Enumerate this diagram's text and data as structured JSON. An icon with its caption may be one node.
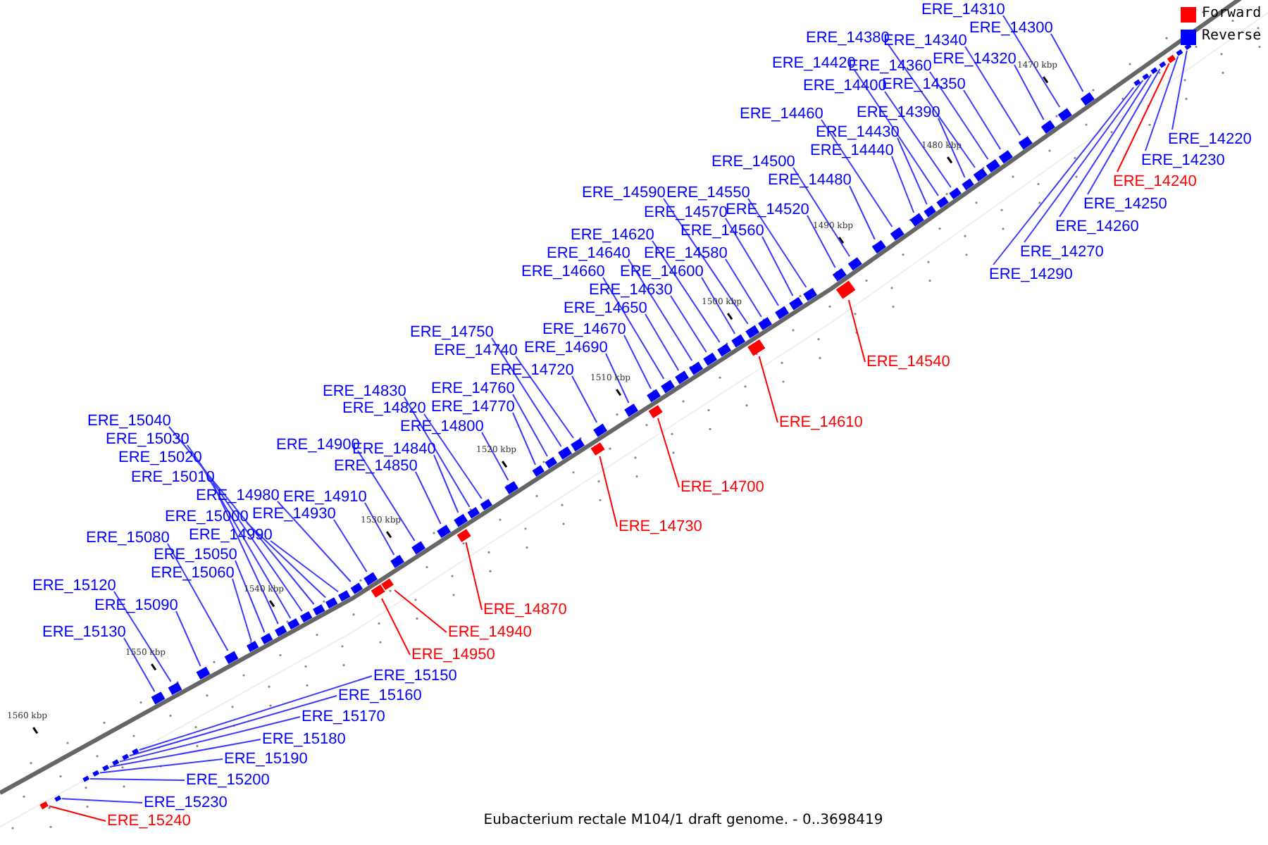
{
  "diagram": {
    "caption": "Eubacterium rectale M104/1 draft genome. - 0..3698419",
    "nodes": [
      {
        "text": [
          "ERE_14310"
        ]
      },
      {
        "text": [
          "ERE_14300"
        ]
      },
      {
        "text": [
          "ERE_14380"
        ]
      },
      {
        "text": [
          "ERE_14340"
        ]
      },
      {
        "text": [
          "ERE_14320"
        ]
      },
      {
        "text": [
          "ERE_14420"
        ]
      },
      {
        "text": [
          "ERE_14360"
        ]
      },
      {
        "text": [
          "ERE_14350"
        ]
      },
      {
        "text": [
          "ERE_14400"
        ]
      },
      {
        "text": [
          "ERE_14460"
        ]
      },
      {
        "text": [
          "ERE_14390"
        ]
      },
      {
        "text": [
          "ERE_14430"
        ]
      },
      {
        "text": [
          "ERE_14220"
        ]
      },
      {
        "text": [
          "ERE_14440"
        ]
      },
      {
        "text": [
          "ERE_14230"
        ]
      },
      {
        "text": [
          "ERE_14500"
        ]
      },
      {
        "text": [
          "ERE_14480"
        ]
      },
      {
        "text": [
          "ERE_14240"
        ]
      },
      {
        "text": [
          "ERE_14590"
        ]
      },
      {
        "text": [
          "ERE_14550"
        ]
      },
      {
        "text": [
          "ERE_14250"
        ]
      },
      {
        "text": [
          "ERE_14520"
        ]
      },
      {
        "text": [
          "ERE_14570"
        ]
      },
      {
        "text": [
          "ERE_14260"
        ]
      },
      {
        "text": [
          "ERE_14560"
        ]
      },
      {
        "text": [
          "ERE_14620"
        ]
      },
      {
        "text": [
          "ERE_14270"
        ]
      },
      {
        "text": [
          "ERE_14640"
        ]
      },
      {
        "text": [
          "ERE_14580"
        ]
      },
      {
        "text": [
          "ERE_14660"
        ]
      },
      {
        "text": [
          "ERE_14600"
        ]
      },
      {
        "text": [
          "ERE_14290"
        ]
      },
      {
        "text": [
          "ERE_14630"
        ]
      },
      {
        "text": [
          "ERE_14650"
        ]
      },
      {
        "text": [
          "ERE_14670"
        ]
      },
      {
        "text": [
          "ERE_14750"
        ]
      },
      {
        "text": [
          "ERE_14690"
        ]
      },
      {
        "text": [
          "ERE_14740"
        ]
      },
      {
        "text": [
          "ERE_14540"
        ]
      },
      {
        "text": [
          "ERE_14720"
        ]
      },
      {
        "text": [
          "ERE_14760"
        ]
      },
      {
        "text": [
          "ERE_14830"
        ]
      },
      {
        "text": [
          "ERE_14770"
        ]
      },
      {
        "text": [
          "ERE_14820"
        ]
      },
      {
        "text": [
          "ERE_15040"
        ]
      },
      {
        "text": [
          "ERE_14610"
        ]
      },
      {
        "text": [
          "ERE_14800"
        ]
      },
      {
        "text": [
          "ERE_15030"
        ]
      },
      {
        "text": [
          "ERE_14900"
        ]
      },
      {
        "text": [
          "ERE_14840"
        ]
      },
      {
        "text": [
          "ERE_15020"
        ]
      },
      {
        "text": [
          "ERE_14850"
        ]
      },
      {
        "text": [
          "ERE_15010"
        ]
      },
      {
        "text": [
          "ERE_14700"
        ]
      },
      {
        "text": [
          "ERE_14980"
        ]
      },
      {
        "text": [
          "ERE_14910"
        ]
      },
      {
        "text": [
          "ERE_14930"
        ]
      },
      {
        "text": [
          "ERE_15000"
        ]
      },
      {
        "text": [
          "ERE_14730"
        ]
      },
      {
        "text": [
          "ERE_14990"
        ]
      },
      {
        "text": [
          "ERE_15080"
        ]
      },
      {
        "text": [
          "ERE_15050"
        ]
      },
      {
        "text": [
          "ERE_15060"
        ]
      },
      {
        "text": [
          "ERE_15120"
        ]
      },
      {
        "text": [
          "ERE_15090"
        ]
      },
      {
        "text": [
          "ERE_14870"
        ]
      },
      {
        "text": [
          "ERE_15130"
        ]
      },
      {
        "text": [
          "ERE_14940"
        ]
      },
      {
        "text": [
          "ERE_14950"
        ]
      },
      {
        "text": [
          "ERE_15150"
        ]
      },
      {
        "text": [
          "ERE_15160"
        ]
      },
      {
        "text": [
          "ERE_15170"
        ]
      },
      {
        "text": [
          "ERE_15180"
        ]
      },
      {
        "text": [
          "ERE_15190"
        ]
      },
      {
        "text": [
          "ERE_15200"
        ]
      },
      {
        "text": [
          "ERE_15230"
        ]
      },
      {
        "text": [
          "ERE_15240"
        ]
      },
      {
        "text": [],
        "shape": "box"
      },
      {
        "text": [],
        "shape": "box"
      },
      {
        "text": [],
        "shape": "box"
      },
      {
        "text": [],
        "shape": "box"
      },
      {
        "text": [],
        "shape": "box"
      },
      {
        "text": [],
        "shape": "box"
      },
      {
        "text": [],
        "shape": "box"
      },
      {
        "text": [],
        "shape": "box"
      },
      {
        "text": [],
        "shape": "box"
      },
      {
        "text": [],
        "shape": "box"
      },
      {
        "text": [],
        "shape": "box"
      },
      {
        "text": [],
        "shape": "box"
      },
      {
        "text": [],
        "shape": "box"
      },
      {
        "text": [],
        "shape": "box"
      },
      {
        "text": [],
        "shape": "box"
      },
      {
        "text": [],
        "shape": "box"
      },
      {
        "text": [],
        "shape": "box"
      },
      {
        "text": [],
        "shape": "box"
      },
      {
        "text": [],
        "shape": "box"
      },
      {
        "text": [],
        "shape": "box"
      },
      {
        "text": [],
        "shape": "box"
      },
      {
        "text": [],
        "shape": "box"
      },
      {
        "text": [],
        "shape": "box"
      },
      {
        "text": [],
        "shape": "box"
      },
      {
        "text": [],
        "shape": "box"
      },
      {
        "text": [],
        "shape": "box"
      },
      {
        "text": [],
        "shape": "box"
      },
      {
        "text": [],
        "shape": "box"
      },
      {
        "text": [],
        "shape": "box"
      },
      {
        "text": [],
        "shape": "box"
      },
      {
        "text": [],
        "shape": "box"
      },
      {
        "text": [],
        "shape": "box"
      },
      {
        "text": [],
        "shape": "box"
      },
      {
        "text": [],
        "shape": "box"
      },
      {
        "text": [],
        "shape": "box"
      },
      {
        "text": [],
        "shape": "box"
      },
      {
        "text": [],
        "shape": "box"
      },
      {
        "text": [],
        "shape": "box"
      },
      {
        "text": [],
        "shape": "box"
      },
      {
        "text": [],
        "shape": "box"
      },
      {
        "text": [],
        "shape": "box"
      },
      {
        "text": [],
        "shape": "box"
      },
      {
        "text": [],
        "shape": "box"
      },
      {
        "text": [],
        "shape": "box"
      },
      {
        "text": [],
        "shape": "box"
      },
      {
        "text": [],
        "shape": "box"
      },
      {
        "text": [],
        "shape": "box"
      },
      {
        "text": [],
        "shape": "box"
      },
      {
        "text": [],
        "shape": "box"
      },
      {
        "text": [],
        "shape": "box"
      },
      {
        "text": [],
        "shape": "box"
      },
      {
        "text": [],
        "shape": "box"
      },
      {
        "text": [],
        "shape": "box"
      },
      {
        "text": [],
        "shape": "box"
      },
      {
        "text": [],
        "shape": "box"
      },
      {
        "text": [],
        "shape": "box"
      },
      {
        "text": [],
        "shape": "box"
      },
      {
        "text": [],
        "shape": "box"
      },
      {
        "text": [],
        "shape": "box"
      },
      {
        "text": [],
        "shape": "box"
      },
      {
        "text": [],
        "shape": "box"
      },
      {
        "text": [],
        "shape": "box"
      },
      {
        "text": [],
        "shape": "box"
      },
      {
        "text": [],
        "shape": "box"
      },
      {
        "text": [],
        "shape": "box"
      },
      {
        "text": [],
        "shape": "box"
      },
      {
        "text": [],
        "shape": "box"
      },
      {
        "text": [],
        "shape": "box"
      },
      {
        "text": [],
        "shape": "box"
      },
      {
        "text": [],
        "shape": "box"
      },
      {
        "text": [],
        "shape": "box"
      },
      {
        "text": [],
        "shape": "box"
      },
      {
        "text": [],
        "shape": "box"
      },
      {
        "text": [],
        "shape": "box"
      },
      {
        "text": [],
        "shape": "box"
      },
      {
        "text": [],
        "shape": "box"
      },
      {
        "text": [],
        "shape": "box"
      }
    ],
    "edges": [
      {
        "from": 0,
        "to": 145,
        "arrow": "none"
      },
      {
        "from": 1,
        "to": 146,
        "arrow": "none"
      },
      {
        "from": 2,
        "to": 140,
        "arrow": "none"
      },
      {
        "from": 3,
        "to": 143,
        "arrow": "none"
      },
      {
        "from": 4,
        "to": 144,
        "arrow": "none"
      },
      {
        "from": 5,
        "to": 137,
        "arrow": "none"
      },
      {
        "from": 6,
        "to": 141,
        "arrow": "none"
      },
      {
        "from": 7,
        "to": 142,
        "arrow": "none"
      },
      {
        "from": 8,
        "to": 138,
        "arrow": "none"
      },
      {
        "from": 9,
        "to": 134,
        "arrow": "none"
      },
      {
        "from": 10,
        "to": 139,
        "arrow": "none"
      },
      {
        "from": 11,
        "to": 136,
        "arrow": "none"
      },
      {
        "from": 12,
        "to": 153,
        "arrow": "none"
      },
      {
        "from": 13,
        "to": 135,
        "arrow": "none"
      },
      {
        "from": 14,
        "to": 152,
        "arrow": "none"
      },
      {
        "from": 15,
        "to": 132,
        "arrow": "none"
      },
      {
        "from": 16,
        "to": 133,
        "arrow": "none"
      },
      {
        "from": 17,
        "to": 151,
        "arrow": "none",
        "color": "#ff0000"
      },
      {
        "from": 18,
        "to": 125,
        "arrow": "none"
      },
      {
        "from": 19,
        "to": 129,
        "arrow": "none"
      },
      {
        "from": 20,
        "to": 150,
        "arrow": "none"
      },
      {
        "from": 21,
        "to": 130,
        "arrow": "none"
      },
      {
        "from": 22,
        "to": 127,
        "arrow": "none"
      },
      {
        "from": 23,
        "to": 149,
        "arrow": "none"
      },
      {
        "from": 24,
        "to": 128,
        "arrow": "none"
      },
      {
        "from": 25,
        "to": 122,
        "arrow": "none"
      },
      {
        "from": 26,
        "to": 148,
        "arrow": "none"
      },
      {
        "from": 27,
        "to": 120,
        "arrow": "none"
      },
      {
        "from": 28,
        "to": 126,
        "arrow": "none"
      },
      {
        "from": 29,
        "to": 118,
        "arrow": "none"
      },
      {
        "from": 30,
        "to": 123,
        "arrow": "none"
      },
      {
        "from": 31,
        "to": 147,
        "arrow": "none"
      },
      {
        "from": 32,
        "to": 121,
        "arrow": "none"
      },
      {
        "from": 33,
        "to": 119,
        "arrow": "none"
      },
      {
        "from": 34,
        "to": 117,
        "arrow": "none"
      },
      {
        "from": 35,
        "to": 111,
        "arrow": "none"
      },
      {
        "from": 36,
        "to": 115,
        "arrow": "none"
      },
      {
        "from": 37,
        "to": 112,
        "arrow": "none"
      },
      {
        "from": 38,
        "to": 131,
        "arrow": "none",
        "color": "#ff0000"
      },
      {
        "from": 39,
        "to": 114,
        "arrow": "none"
      },
      {
        "from": 40,
        "to": 110,
        "arrow": "none"
      },
      {
        "from": 41,
        "to": 106,
        "arrow": "none"
      },
      {
        "from": 42,
        "to": 109,
        "arrow": "none"
      },
      {
        "from": 43,
        "to": 107,
        "arrow": "none"
      },
      {
        "from": 44,
        "to": 94,
        "arrow": "none"
      },
      {
        "from": 45,
        "to": 124,
        "arrow": "none",
        "color": "#ff0000"
      },
      {
        "from": 46,
        "to": 108,
        "arrow": "none"
      },
      {
        "from": 47,
        "to": 93,
        "arrow": "none"
      },
      {
        "from": 48,
        "to": 102,
        "arrow": "none"
      },
      {
        "from": 49,
        "to": 105,
        "arrow": "none"
      },
      {
        "from": 50,
        "to": 92,
        "arrow": "none"
      },
      {
        "from": 51,
        "to": 103,
        "arrow": "none"
      },
      {
        "from": 52,
        "to": 91,
        "arrow": "none"
      },
      {
        "from": 53,
        "to": 116,
        "arrow": "none",
        "color": "#ff0000"
      },
      {
        "from": 54,
        "to": 97,
        "arrow": "none"
      },
      {
        "from": 55,
        "to": 101,
        "arrow": "none"
      },
      {
        "from": 56,
        "to": 98,
        "arrow": "none"
      },
      {
        "from": 57,
        "to": 95,
        "arrow": "none"
      },
      {
        "from": 58,
        "to": 113,
        "arrow": "none",
        "color": "#ff0000"
      },
      {
        "from": 59,
        "to": 96,
        "arrow": "none"
      },
      {
        "from": 60,
        "to": 88,
        "arrow": "none"
      },
      {
        "from": 61,
        "to": 90,
        "arrow": "none"
      },
      {
        "from": 62,
        "to": 89,
        "arrow": "none"
      },
      {
        "from": 63,
        "to": 86,
        "arrow": "none"
      },
      {
        "from": 64,
        "to": 87,
        "arrow": "none"
      },
      {
        "from": 65,
        "to": 104,
        "arrow": "none",
        "color": "#ff0000"
      },
      {
        "from": 66,
        "to": 85,
        "arrow": "none"
      },
      {
        "from": 67,
        "to": 100,
        "arrow": "none",
        "color": "#ff0000"
      },
      {
        "from": 68,
        "to": 99,
        "arrow": "none",
        "color": "#ff0000"
      },
      {
        "from": 69,
        "to": 84,
        "arrow": "none"
      },
      {
        "from": 70,
        "to": 83,
        "arrow": "none"
      },
      {
        "from": 71,
        "to": 82,
        "arrow": "none"
      },
      {
        "from": 72,
        "to": 81,
        "arrow": "none"
      },
      {
        "from": 73,
        "to": 80,
        "arrow": "none"
      },
      {
        "from": 74,
        "to": 79,
        "arrow": "none"
      },
      {
        "from": 75,
        "to": 78,
        "arrow": "none"
      },
      {
        "from": 76,
        "to": 77,
        "arrow": "none",
        "color": "#ff0000"
      }
    ],
    "labels": [
      "1470 kbp",
      "1480 kbp",
      "1490 kbp",
      "1500 kbp",
      "1510 kbp",
      "1520 kbp",
      "1530 kbp",
      "1540 kbp",
      "1550 kbp",
      "1560 kbp"
    ],
    "legend": [
      {
        "text": "Forward",
        "color": "#ff0000"
      },
      {
        "text": "Reverse",
        "color": "#0000ff"
      }
    ]
  }
}
